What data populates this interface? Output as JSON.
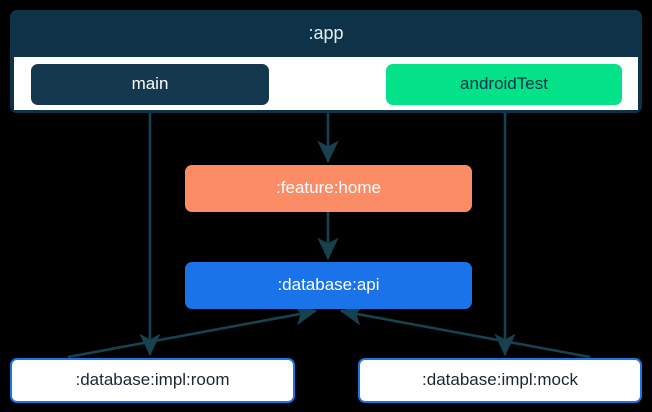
{
  "diagram": {
    "type": "module-dependency-graph",
    "background_color": "#000000",
    "edge_color": "#17414f",
    "nodes": {
      "app": {
        "label": ":app",
        "color": "#0e3348",
        "text_color": "#e8edf0",
        "kind": "container"
      },
      "main": {
        "label": "main",
        "color": "#14384d",
        "text_color": "#ffffff",
        "kind": "source-set"
      },
      "android_test": {
        "label": "androidTest",
        "color": "#03e189",
        "text_color": "#0e3348",
        "kind": "source-set"
      },
      "feature_home": {
        "label": ":feature:home",
        "color": "#fc8c66",
        "text_color": "#ffffff",
        "kind": "module"
      },
      "database_api": {
        "label": ":database:api",
        "color": "#1a73e8",
        "text_color": "#ffffff",
        "kind": "module"
      },
      "database_impl_room": {
        "label": ":database:impl:room",
        "color": "#ffffff",
        "border_color": "#1a73e8",
        "text_color": "#1a2733",
        "kind": "module"
      },
      "database_impl_mock": {
        "label": ":database:impl:mock",
        "color": "#ffffff",
        "border_color": "#1a73e8",
        "text_color": "#1a2733",
        "kind": "module"
      }
    },
    "edges": [
      {
        "from": "app",
        "to": "feature_home"
      },
      {
        "from": "main",
        "to": "database_impl_room"
      },
      {
        "from": "android_test",
        "to": "database_impl_mock"
      },
      {
        "from": "feature_home",
        "to": "database_api"
      },
      {
        "from": "database_impl_room",
        "to": "database_api"
      },
      {
        "from": "database_impl_mock",
        "to": "database_api"
      }
    ]
  }
}
